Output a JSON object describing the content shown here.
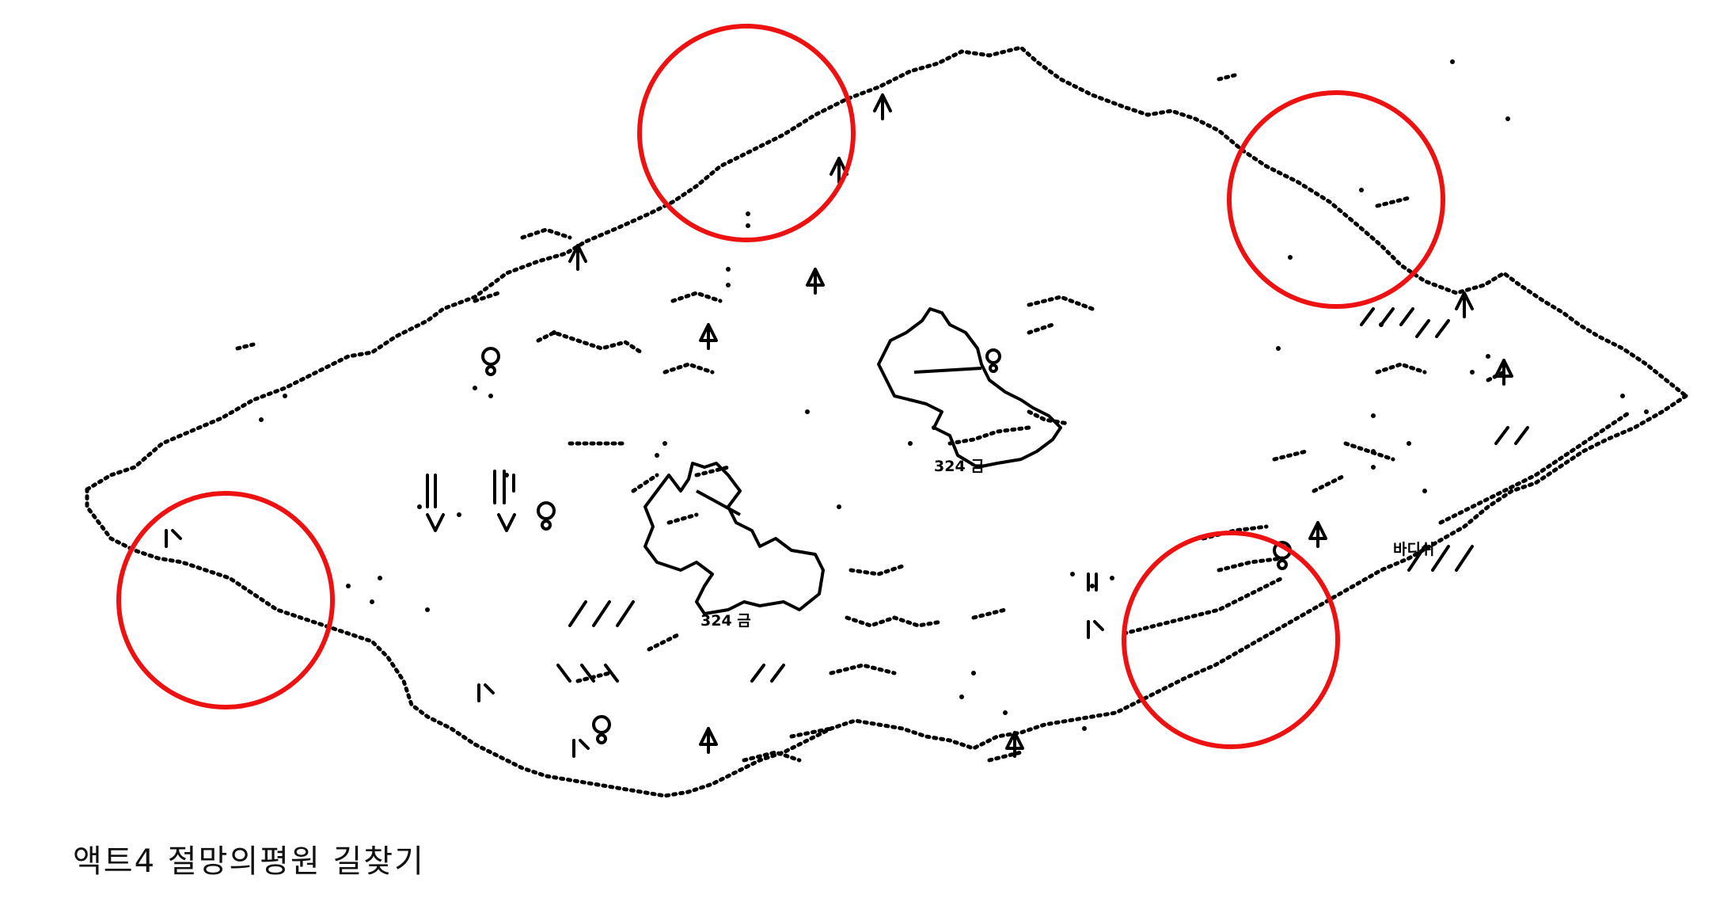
{
  "caption": "액트4 절망의평원 길찾기",
  "labels": {
    "area_count_1": "324 금",
    "area_count_2": "324 금",
    "npc_name": "바디쉬"
  },
  "map": {
    "waypoint_markers": 5,
    "highlight_circles": 4
  },
  "colors": {
    "map_ink": "#000000",
    "highlight": "#ee1111",
    "background": "#ffffff"
  }
}
